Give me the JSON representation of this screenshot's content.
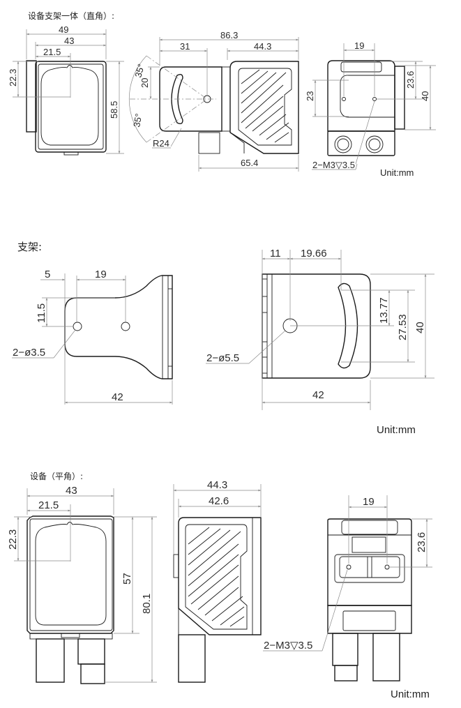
{
  "sections": [
    {
      "title": "设备支架一体（直角）:",
      "front_view": {
        "width_outer": "49",
        "width_body": "43",
        "center_offset_x": "21.5",
        "center_offset_y": "22.3",
        "height": "58.5"
      },
      "side_view": {
        "total_length": "86.3",
        "bracket_offset": "31",
        "body_length": "44.3",
        "angle_upper": "35°",
        "angle_lower": "35°",
        "slot_offset": "20",
        "radius": "R24",
        "bottom_length": "65.4"
      },
      "back_view": {
        "hole_spacing": "19",
        "hole_height": "23",
        "offset_top": "23.6",
        "bracket_height": "40",
        "thread_note": "2−M3▽3.5"
      },
      "unit": "Unit:mm"
    },
    {
      "title": "支架:",
      "bracket_top": {
        "edge_offset": "5",
        "hole_spacing": "19",
        "hole_height": "11.5",
        "hole_note": "2−ø3.5",
        "length": "42"
      },
      "bracket_side": {
        "hole_offset": "11",
        "slot_offset": "19.66",
        "slot_half": "13.77",
        "slot_span": "27.53",
        "height": "40",
        "hole_note": "2−ø5.5",
        "length": "42"
      },
      "unit": "Unit:mm"
    },
    {
      "title": "设备（平角）:",
      "front_view": {
        "width": "43",
        "center_offset_x": "21.5",
        "center_offset_y": "22.3",
        "body_height": "57",
        "total_height": "80.1"
      },
      "side_view": {
        "total_length": "44.3",
        "body_length": "42.6"
      },
      "back_view": {
        "hole_spacing": "19",
        "hole_height": "23.6",
        "thread_note": "2−M3▽3.5"
      },
      "unit": "Unit:mm"
    }
  ]
}
